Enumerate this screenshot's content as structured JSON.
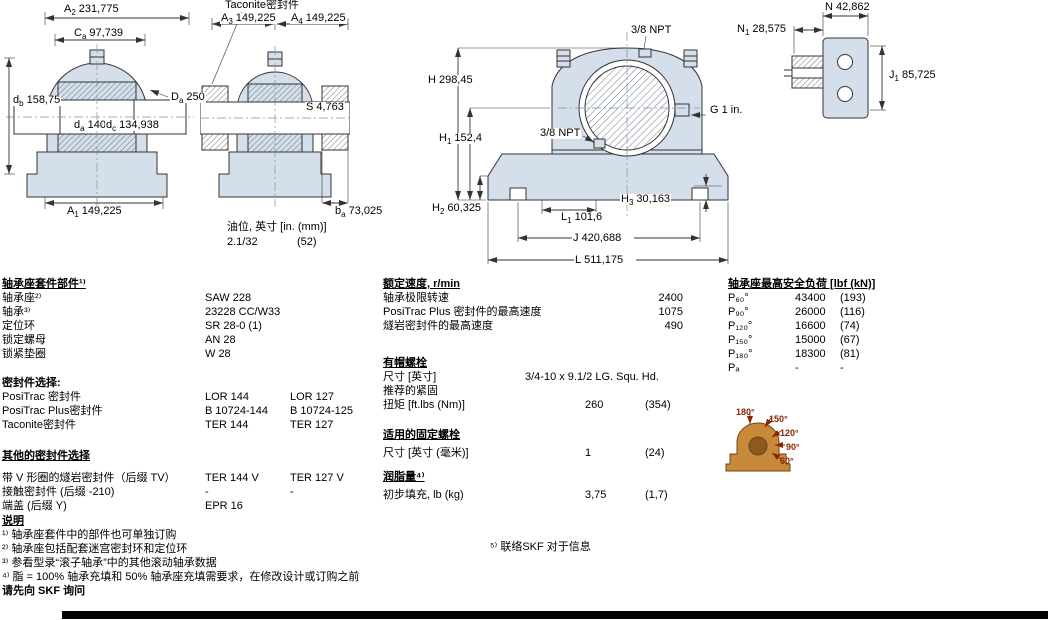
{
  "colors": {
    "drawing_fill": "#d4dfeb",
    "line": "#333333",
    "angle_label": "#8b2500",
    "load_icon_fill": "#c9893a"
  },
  "drawings": {
    "left": {
      "dims": {
        "A2": {
          "p": "A",
          "s": "2",
          "v": "231,775"
        },
        "Ca": {
          "p": "C",
          "s": "a",
          "v": "97,739"
        },
        "db": {
          "p": "d",
          "s": "b",
          "v": "158,75"
        },
        "Da": {
          "p": "D",
          "s": "a",
          "v": "250"
        },
        "da": {
          "p": "d",
          "s": "a",
          "v": "140"
        },
        "dc": {
          "p": "d",
          "s": "c",
          "v": "134,938"
        },
        "A1": {
          "p": "A",
          "s": "1",
          "v": "149,225"
        }
      }
    },
    "middle": {
      "title": "Taconite密封件",
      "dims": {
        "A3": {
          "p": "A",
          "s": "3",
          "v": "149,225"
        },
        "A4": {
          "p": "A",
          "s": "4",
          "v": "149,225"
        },
        "S": {
          "p": "S",
          "s": "",
          "v": "4,763"
        },
        "ba": {
          "p": "b",
          "s": "a",
          "v": "73,025"
        }
      },
      "oil_label": "油位, 英寸 [in. (mm)]",
      "oil_v1": "2.1/32",
      "oil_v2": "(52)"
    },
    "front": {
      "npt_top": "3/8 NPT",
      "npt_side": "3/8 NPT",
      "g_label": "G 1 in.",
      "dims": {
        "H": {
          "p": "H",
          "s": "",
          "v": "298,45"
        },
        "H1": {
          "p": "H",
          "s": "1",
          "v": "152,4"
        },
        "H2": {
          "p": "H",
          "s": "2",
          "v": "60,325"
        },
        "H3": {
          "p": "H",
          "s": "3",
          "v": "30,163"
        },
        "L1": {
          "p": "L",
          "s": "1",
          "v": "101,6"
        },
        "J": {
          "p": "J",
          "s": "",
          "v": "420,688"
        },
        "L": {
          "p": "L",
          "s": "",
          "v": "511,175"
        }
      }
    },
    "end": {
      "dims": {
        "N": {
          "p": "N",
          "s": "",
          "v": "42,862"
        },
        "N1": {
          "p": "N",
          "s": "1",
          "v": "28,575"
        },
        "J1": {
          "p": "J",
          "s": "1",
          "v": "85,725"
        }
      }
    }
  },
  "parts": {
    "header": "轴承座套件部件¹⁾",
    "rows": [
      {
        "label": "轴承座²⁾",
        "v1": "SAW 228",
        "v2": ""
      },
      {
        "label": "轴承³⁾",
        "v1": "23228 CC/W33",
        "v2": ""
      },
      {
        "label": "定位环",
        "v1": "SR 28-0 (1)",
        "v2": ""
      },
      {
        "label": "锁定螺母",
        "v1": "AN 28",
        "v2": ""
      },
      {
        "label": "锁紧垫圈",
        "v1": "W 28",
        "v2": ""
      }
    ],
    "seals_header": "密封件选择:",
    "seal_rows": [
      {
        "label": "PosiTrac 密封件",
        "v1": "LOR 144",
        "v2": "LOR 127"
      },
      {
        "label": "PosiTrac Plus密封件",
        "v1": "B 10724-144",
        "v2": "B 10724-125"
      },
      {
        "label": "Taconite密封件",
        "v1": "TER 144",
        "v2": "TER 127"
      }
    ],
    "other_header": "其他的密封件选择",
    "other_rows": [
      {
        "label": "带 V 形圈的燧岩密封件（后缀 TV）",
        "v1": "TER 144 V",
        "v2": "TER 127 V"
      },
      {
        "label": "接触密封件 (后缀 -210)",
        "v1": "-",
        "v2": "-"
      },
      {
        "label": "端盖 (后缀 Y)",
        "v1": "EPR 16",
        "v2": ""
      }
    ]
  },
  "speeds": {
    "header": "额定速度, r/min",
    "rows": [
      {
        "label": "轴承极限转速",
        "v1": "2400"
      },
      {
        "label": "PosiTrac Plus 密封件的最高速度",
        "v1": "1075"
      },
      {
        "label": "燧岩密封件的最高速度",
        "v1": "490"
      }
    ]
  },
  "cap_bolts": {
    "header": "有帽螺栓",
    "size_rows": [
      {
        "label": "尺寸 [英寸]",
        "v1": "3/4-10 x 9.1/2 LG. Squ. Hd."
      }
    ],
    "rows": [
      {
        "label": "推荐的紧固",
        "v1": "",
        "v2": ""
      },
      {
        "label": "扭矩 [ft.lbs (Nm)]",
        "v1": "260",
        "v2": "(354)"
      }
    ]
  },
  "attach_bolts": {
    "header": "适用的固定螺栓",
    "rows": [
      {
        "label": "尺寸 [英寸 (毫米)]",
        "v1": "1",
        "v2": "(24)"
      }
    ]
  },
  "grease": {
    "header": "润脂量⁴⁾",
    "rows": [
      {
        "label": "初步填充, lb (kg)",
        "v1": "3,75",
        "v2": "(1,7)"
      }
    ]
  },
  "loads": {
    "header": "轴承座最高安全负荷 [lbf (kN)]",
    "rows": [
      {
        "label": "P₆₀°",
        "v1": "43400",
        "v2": "(193)"
      },
      {
        "label": "P₉₀°",
        "v1": "26000",
        "v2": "(116)"
      },
      {
        "label": "P₁₂₀°",
        "v1": "16600",
        "v2": "(74)"
      },
      {
        "label": "P₁₅₀°",
        "v1": "15000",
        "v2": "(67)"
      },
      {
        "label": "P₁₈₀°",
        "v1": "18300",
        "v2": "(81)"
      },
      {
        "label": "Pₐ",
        "v1": "-",
        "v2": "-"
      }
    ],
    "angles": [
      "180°",
      "150°",
      "120°",
      "90°",
      "60°"
    ]
  },
  "notes": {
    "header": "说明",
    "lines": [
      "¹⁾ 轴承座套件中的部件也可单独订购",
      "²⁾ 轴承座包括配套迷宫密封环和定位环",
      "³⁾ 参看型录“滚子轴承”中的其他滚动轴承数据",
      "⁴⁾ 脂 = 100% 轴承充填和 50% 轴承座充填需要求，在修改设计或订购之前"
    ],
    "bold_line": "请先向 SKF 询问",
    "note5": "⁵⁾ 联络SKF 对于信息"
  }
}
